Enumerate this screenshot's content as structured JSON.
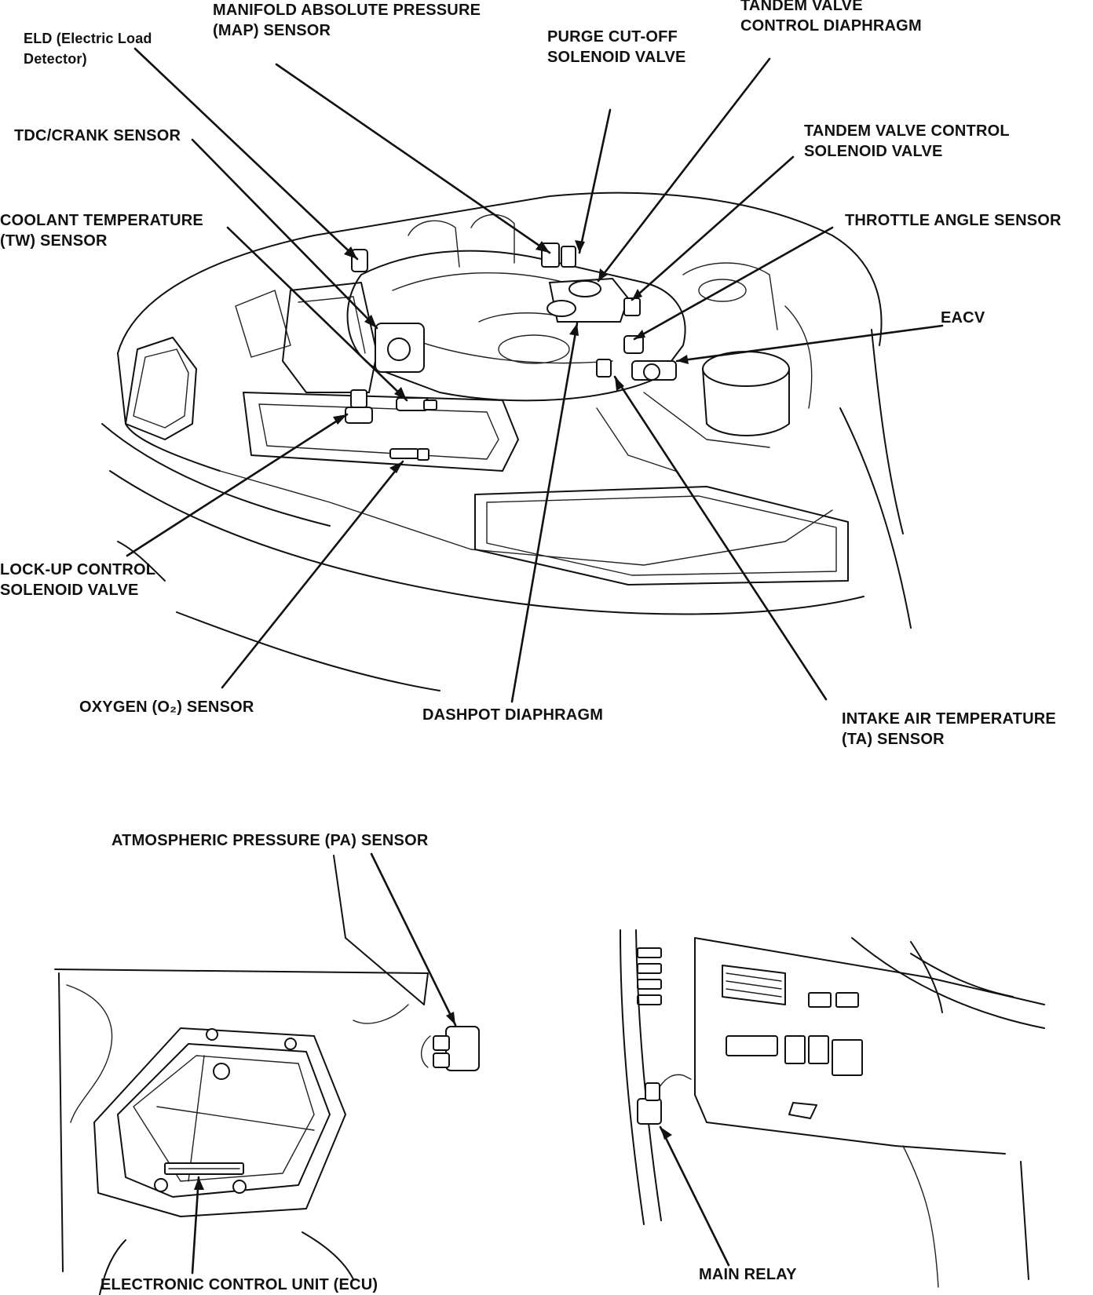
{
  "labels": {
    "map_sensor": [
      "MANIFOLD ABSOLUTE PRESSURE",
      "(MAP) SENSOR"
    ],
    "tandem_diaphragm": [
      "TANDEM VALVE",
      "CONTROL DIAPHRAGM"
    ],
    "eld": [
      "ELD (Electric Load",
      "Detector)"
    ],
    "purge_valve": [
      "PURGE CUT-OFF",
      "SOLENOID VALVE"
    ],
    "tdc_crank": [
      "TDC/CRANK SENSOR"
    ],
    "tandem_solenoid": [
      "TANDEM VALVE CONTROL",
      "SOLENOID VALVE"
    ],
    "coolant_temp": [
      "COOLANT TEMPERATURE",
      "(TW) SENSOR"
    ],
    "throttle_angle": [
      "THROTTLE ANGLE SENSOR"
    ],
    "eacv": [
      "EACV"
    ],
    "lockup_valve": [
      "LOCK-UP CONTROL",
      "SOLENOID VALVE"
    ],
    "oxygen_sensor": [
      "OXYGEN (O₂) SENSOR"
    ],
    "dashpot": [
      "DASHPOT DIAPHRAGM"
    ],
    "intake_air_temp": [
      "INTAKE AIR TEMPERATURE",
      "(TA) SENSOR"
    ],
    "pa_sensor": [
      "ATMOSPHERIC PRESSURE (PA) SENSOR"
    ],
    "ecu": [
      "ELECTRONIC CONTROL UNIT (ECU)"
    ],
    "main_relay": [
      "MAIN RELAY"
    ]
  }
}
